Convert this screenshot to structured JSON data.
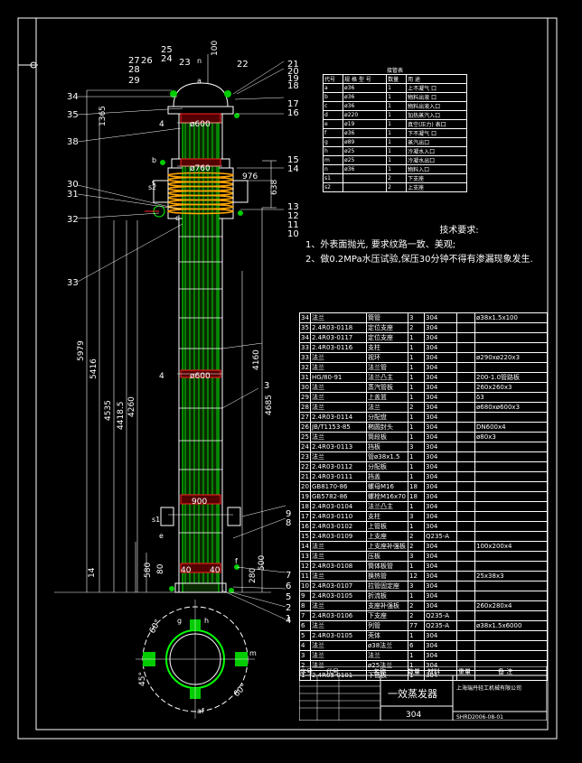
{
  "drawing": {
    "title": "一效蒸发器",
    "material": "304",
    "company": "上海瑞丹轻工机械有限公司",
    "drawing_no": "SHRD2006-08-01"
  },
  "dimensions": {
    "d600_top": "ø600",
    "d760": "ø760",
    "d600_mid": "ø600",
    "d976": "976",
    "d900": "900",
    "h100": "100",
    "h1365": "1365",
    "h638": "638",
    "h5979": "5979",
    "h5416": "5416",
    "h4535": "4535",
    "h44185": "4418.5",
    "h4260": "4260",
    "h4160": "4160",
    "h4685": "4685",
    "h580": "580",
    "h80": "80",
    "h500": "500",
    "h280": "280",
    "h14": "14",
    "h40a": "40",
    "h40b": "40",
    "h4a": "4",
    "h4b": "4",
    "a60": "60°",
    "a45": "45°",
    "a60b": "60°"
  },
  "callouts": [
    "25",
    "24",
    "23",
    "27",
    "26",
    "28",
    "29",
    "34",
    "35",
    "38",
    "30",
    "31",
    "32",
    "33",
    "22",
    "21",
    "20",
    "19",
    "18",
    "17",
    "16",
    "15",
    "14",
    "13",
    "12",
    "11",
    "10",
    "9",
    "8",
    "7",
    "6",
    "5",
    "4",
    "3",
    "2",
    "1"
  ],
  "nozzle_letters": {
    "a": "a",
    "b": "b",
    "c": "c",
    "d": "d",
    "e": "e",
    "f": "f",
    "g": "g",
    "h": "h",
    "m": "m",
    "n": "n",
    "s1": "s1",
    "s2": "s2",
    "af": "af"
  },
  "nozzle_table": {
    "caption": "接管表",
    "headers": [
      "代号",
      "规 格 型 号",
      "数量",
      "用 途"
    ],
    "rows": [
      [
        "a",
        "ø36",
        "1",
        "上不凝气 口"
      ],
      [
        "b",
        "ø36",
        "1",
        "物料出液 口"
      ],
      [
        "c",
        "ø36",
        "1",
        "物料出液入口"
      ],
      [
        "d",
        "ø220",
        "1",
        "加热蒸汽入口"
      ],
      [
        "e",
        "ø19",
        "1",
        "真空(压力) 表口"
      ],
      [
        "f",
        "ø36",
        "1",
        "下不凝气 口"
      ],
      [
        "g",
        "ø89",
        "1",
        "蒸汽出口"
      ],
      [
        "h",
        "ø25",
        "1",
        "冷凝水入口"
      ],
      [
        "m",
        "ø25",
        "1",
        "冷凝水出口"
      ],
      [
        "n",
        "ø36",
        "1",
        "物料入口"
      ],
      [
        "s1",
        "",
        "2",
        "下支座"
      ],
      [
        "s2",
        "",
        "2",
        "上支座"
      ]
    ]
  },
  "tech": {
    "title": "技术要求:",
    "line1": "1、外表面抛光, 要求纹路一致、美观;",
    "line2": "2、做0.2MPa水压试验,保压30分钟不得有渗漏现象发生."
  },
  "parts": {
    "rows": [
      [
        "34",
        "法兰",
        "筒管",
        "3",
        "304",
        "ø38x1.5x100"
      ],
      [
        "35",
        "2.4R03-0118",
        "定位支座",
        "2",
        "304",
        ""
      ],
      [
        "34",
        "2.4R03-0117",
        "定位支座",
        "1",
        "304",
        ""
      ],
      [
        "33",
        "2.4R03-0116",
        "支柱",
        "1",
        "304",
        ""
      ],
      [
        "33",
        "法兰",
        "视环",
        "1",
        "304",
        "ø290xø220x3"
      ],
      [
        "32",
        "法兰",
        "法兰管",
        "1",
        "304",
        ""
      ],
      [
        "31",
        "HG/80-91",
        "法兰凸主",
        "1",
        "304",
        "200-1.0管路板"
      ],
      [
        "30",
        "法兰",
        "蒸汽管板",
        "1",
        "304",
        "260x260x3"
      ],
      [
        "29",
        "法兰",
        "上盖篮",
        "1",
        "304",
        "δ3"
      ],
      [
        "28",
        "法兰",
        "法兰",
        "2",
        "304",
        "ø680xø600x3"
      ],
      [
        "27",
        "2.4R03-0114",
        "分配盘",
        "1",
        "304",
        ""
      ],
      [
        "26",
        "JB/T1153-85",
        "椭圆封头",
        "1",
        "304",
        "DN600x4"
      ],
      [
        "25",
        "法兰",
        "筒段板",
        "1",
        "304",
        "ø80x3"
      ],
      [
        "24",
        "2.4R03-0113",
        "挡板",
        "3",
        "304",
        ""
      ],
      [
        "23",
        "法兰",
        "管ø38x1.5",
        "1",
        "304",
        ""
      ],
      [
        "22",
        "2.4R03-0112",
        "分配板",
        "1",
        "304",
        ""
      ],
      [
        "21",
        "2.4R03-0111",
        "挡盖",
        "1",
        "304",
        ""
      ],
      [
        "20",
        "GB8170-86",
        "螺母M16",
        "18",
        "304",
        ""
      ],
      [
        "19",
        "GB5782-86",
        "螺栓M16x70",
        "18",
        "304",
        ""
      ],
      [
        "18",
        "2.4R03-0104",
        "法兰凸主",
        "1",
        "304",
        ""
      ],
      [
        "17",
        "2.4R03-0110",
        "支柱",
        "3",
        "304",
        ""
      ],
      [
        "16",
        "2.4R03-0102",
        "上管板",
        "1",
        "304",
        ""
      ],
      [
        "15",
        "2.4R03-0109",
        "上支座",
        "2",
        "Q235-A",
        ""
      ],
      [
        "14",
        "法兰",
        "上支座补强板",
        "2",
        "304",
        "100x200x4"
      ],
      [
        "13",
        "法兰",
        "压板",
        "3",
        "304",
        ""
      ],
      [
        "12",
        "2.4R03-0108",
        "筒体板管",
        "1",
        "304",
        ""
      ],
      [
        "11",
        "法兰",
        "换热管",
        "12",
        "304",
        "25x38x3"
      ],
      [
        "10",
        "2.4R03-0107",
        "拉管固定座",
        "3",
        "304",
        ""
      ],
      [
        "9",
        "2.4R03-0105",
        "折流板",
        "1",
        "304",
        ""
      ],
      [
        "8",
        "法兰",
        "支座补强板",
        "2",
        "304",
        "260x280x4"
      ],
      [
        "7",
        "2.4R03-0106",
        "下支座",
        "2",
        "Q235-A",
        ""
      ],
      [
        "6",
        "法兰",
        "列管",
        "77",
        "Q235-A",
        "ø38x1.5x6000"
      ],
      [
        "5",
        "2.4R03-0105",
        "壳体",
        "1",
        "304",
        ""
      ],
      [
        "4",
        "法兰",
        "ø38法兰",
        "6",
        "304",
        ""
      ],
      [
        "3",
        "法兰",
        "法兰",
        "1",
        "304",
        ""
      ],
      [
        "2",
        "法兰",
        "ø25法兰",
        "1",
        "304",
        ""
      ],
      [
        "1",
        "2.4R03-0101",
        "下管板",
        "1",
        "304",
        ""
      ]
    ],
    "header": [
      "序号",
      "代号",
      "名称",
      "数量",
      "材料",
      "重量",
      "备 注"
    ]
  }
}
